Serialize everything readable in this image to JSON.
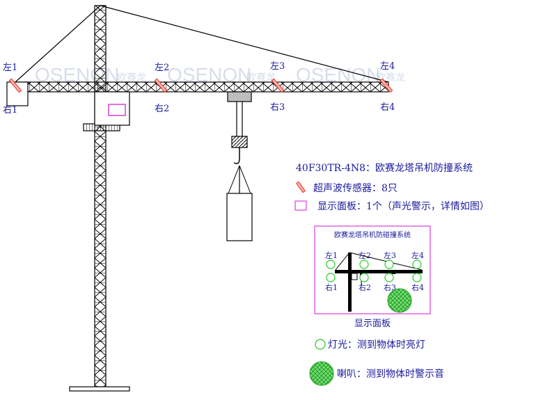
{
  "watermark": {
    "brand": "OSENON",
    "cn": "欧赛龙"
  },
  "crane_labels": {
    "left": [
      "左1",
      "左2",
      "左3",
      "左4"
    ],
    "right": [
      "右1",
      "右2",
      "右3",
      "右4"
    ]
  },
  "legend": {
    "title": "40F30TR-4N8：欧赛龙塔吊机防撞系统",
    "sensor": "超声波传感器：8只",
    "panel": "显示面板：1个（声光警示，详情如图）",
    "light": "灯光：测到物体时亮灯",
    "speaker": "喇叭：测到物体时警示音"
  },
  "panel": {
    "title": "欧赛龙塔吊机防碰撞系统",
    "caption": "显示面板",
    "left": [
      "左1",
      "左2",
      "左3",
      "左4"
    ],
    "right": [
      "右1",
      "右2",
      "右3",
      "右4"
    ]
  },
  "colors": {
    "line": "#000000",
    "text": "#1a1a9e",
    "sensor": "#e0301e",
    "panel_border": "#d93fd9",
    "light": "#22cc22",
    "watermark": "#b8c2d8"
  }
}
